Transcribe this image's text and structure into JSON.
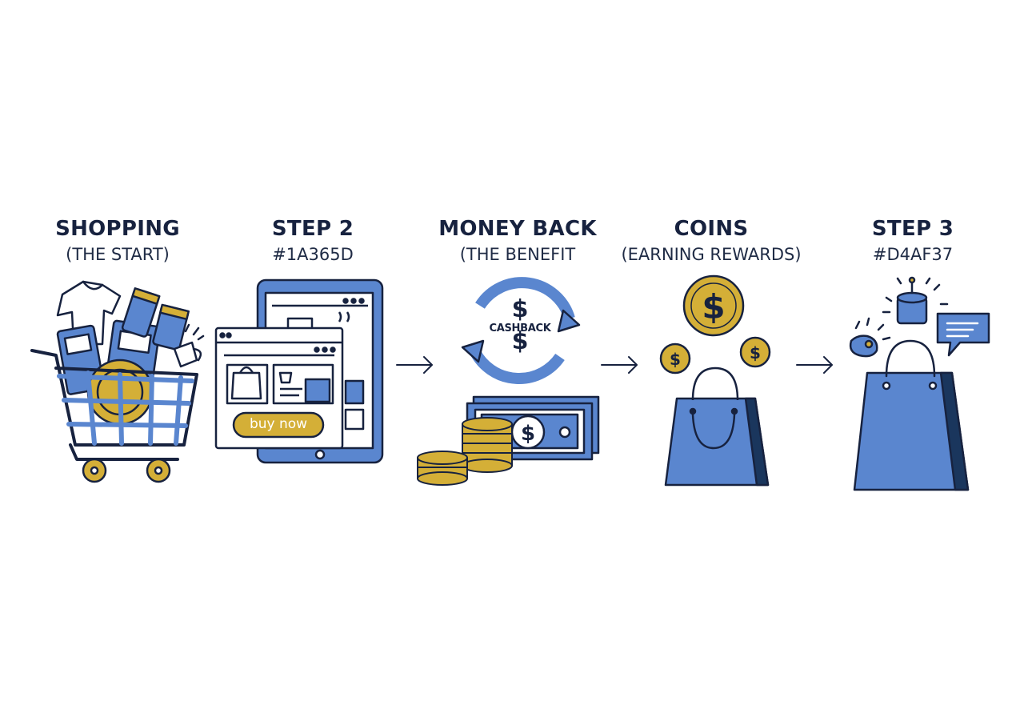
{
  "colors": {
    "navy": "#1A365D",
    "gold": "#D4AF37",
    "blue": "#5A86CF",
    "outline": "#17223F",
    "paper": "#ffffff"
  },
  "steps": [
    {
      "title": "SHOPPING",
      "subtitle": "(THE START)",
      "icon": "shopping-cart-icon"
    },
    {
      "title": "STEP 2",
      "subtitle": "#1A365D",
      "icon": "online-store-icon"
    },
    {
      "title": "MONEY BACK",
      "subtitle": "(THE BENEFIT",
      "icon": "cashback-cycle-icon"
    },
    {
      "title": "COINS",
      "subtitle": "(EARNING REWARDS)",
      "icon": "coins-bag-icon"
    },
    {
      "title": "STEP 3",
      "subtitle": "#D4AF37",
      "icon": "reward-bag-icon"
    }
  ],
  "store": {
    "button_label": "buy now"
  },
  "cashback": {
    "label": "CASHBACK"
  },
  "arrows": [
    "arrow-right-icon",
    "arrow-right-icon",
    "arrow-right-icon"
  ]
}
